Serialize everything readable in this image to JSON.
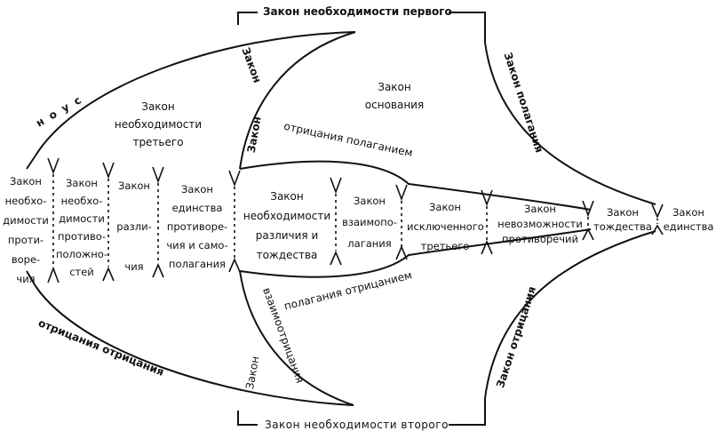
{
  "diagram": {
    "top_law": "Закон необходимости первого",
    "bottom_law": "Закон необходимости второго",
    "nous": "н о у с",
    "law_word": "Закон",
    "law_word_2": "Закон",
    "law_word_3": "Закон",
    "negation_of_positing": "отрицания полаганием",
    "positing_by_negation": "полагания отрицанием",
    "mutual_negation": "взаимоотрицания",
    "negation_of_negation": "отрицания отрицания",
    "law_of_positing": "Закон полагания",
    "law_of_negation": "Закон отрицания",
    "third_necessity": [
      "Закон",
      "необходимости",
      "третьего"
    ],
    "grounds": [
      "Закон",
      "основания"
    ],
    "columns": {
      "necessity_of_contradiction": [
        "Закон",
        "необхо-",
        "димости",
        "проти-",
        "воре-",
        "чия"
      ],
      "necessity_of_opposites": [
        "Закон",
        "необхо-",
        "димости",
        "противо-",
        "положно-",
        "стей"
      ],
      "distinction": [
        "Закон",
        "разли-",
        "чия"
      ],
      "unity_of_contradiction": [
        "Закон",
        "единства",
        "противоре-",
        "чия и само-",
        "полагания"
      ],
      "necessity_of_difference": [
        "Закон",
        "необходимости",
        "различия и",
        "тождества"
      ],
      "mutual_positing": [
        "Закон",
        "взаимопо-",
        "лагания"
      ],
      "excluded_third": [
        "Закон",
        "исключенного",
        "третьего"
      ],
      "impossibility": [
        "Закон",
        "невозможности",
        "противоречий"
      ],
      "identity": [
        "Закон",
        "тождества"
      ],
      "unity": [
        "Закон",
        "единства"
      ]
    }
  }
}
